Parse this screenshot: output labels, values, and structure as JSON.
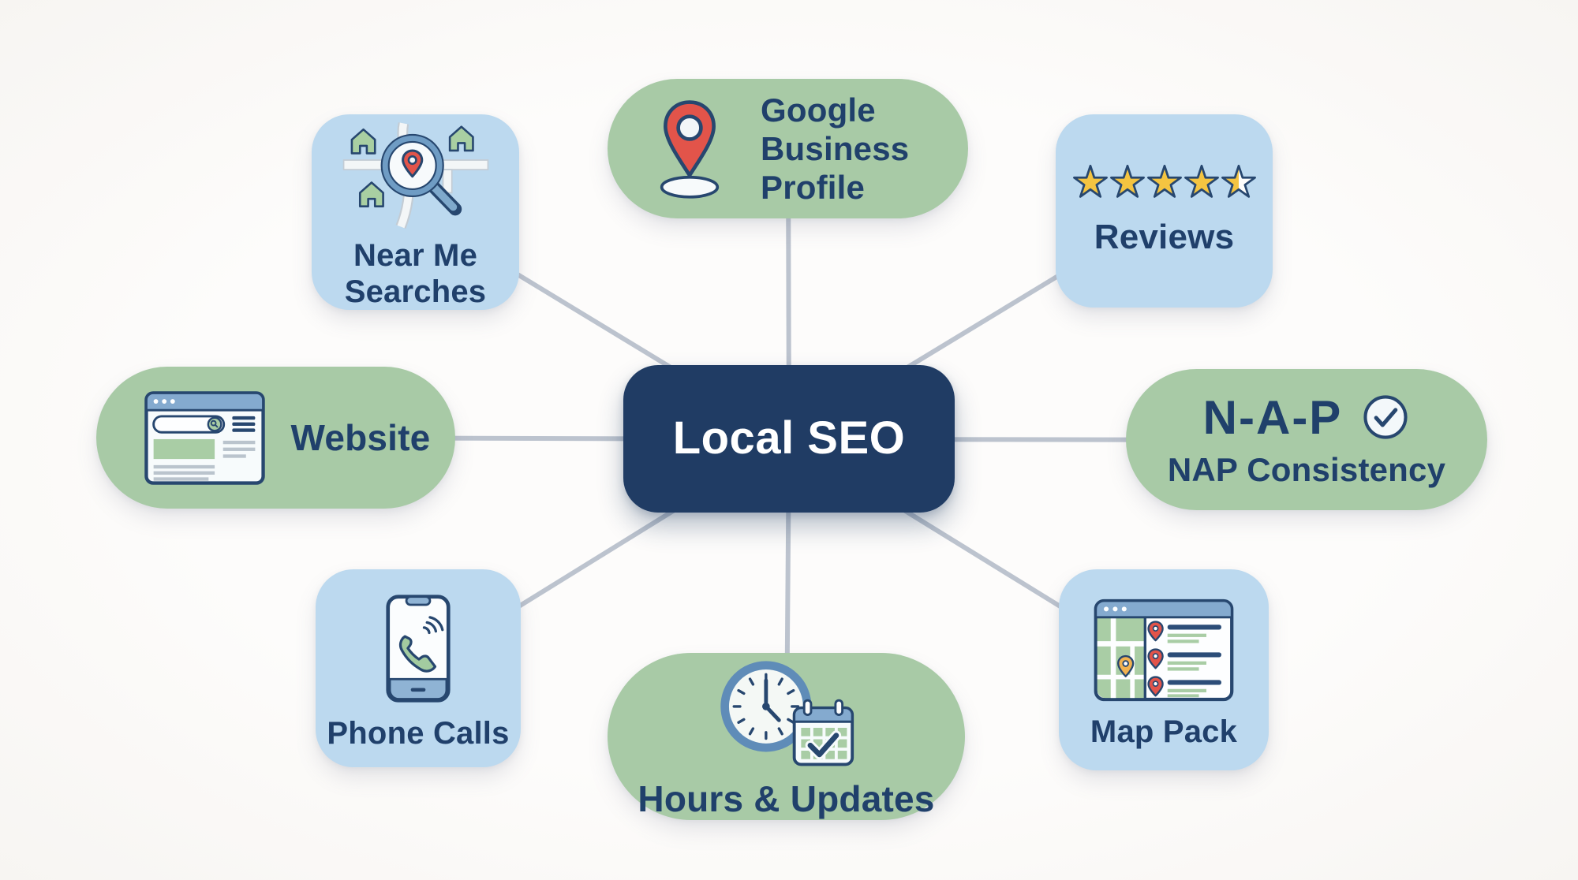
{
  "diagram": {
    "center": {
      "label": "Local SEO"
    },
    "nodes": {
      "google_business_profile": {
        "label": "Google Business Profile"
      },
      "near_me_searches": {
        "label": "Near Me Searches"
      },
      "reviews": {
        "label": "Reviews",
        "stars_filled": 4.5,
        "stars_total": 5
      },
      "website": {
        "label": "Website"
      },
      "nap_consistency": {
        "heading": "N-A-P",
        "label": "NAP Consistency"
      },
      "phone_calls": {
        "label": "Phone Calls"
      },
      "hours_updates": {
        "label": "Hours & Updates"
      },
      "map_pack": {
        "label": "Map Pack"
      }
    },
    "colors": {
      "background": "#fbfaf8",
      "center_node": "#203c64",
      "center_text": "#ffffff",
      "green_node": "#a8caa6",
      "blue_node": "#bcd9ef",
      "label_text": "#20406b",
      "connector_line": "#bcc3ce",
      "star_gold": "#f4c441",
      "pin_red": "#e2544a"
    }
  }
}
